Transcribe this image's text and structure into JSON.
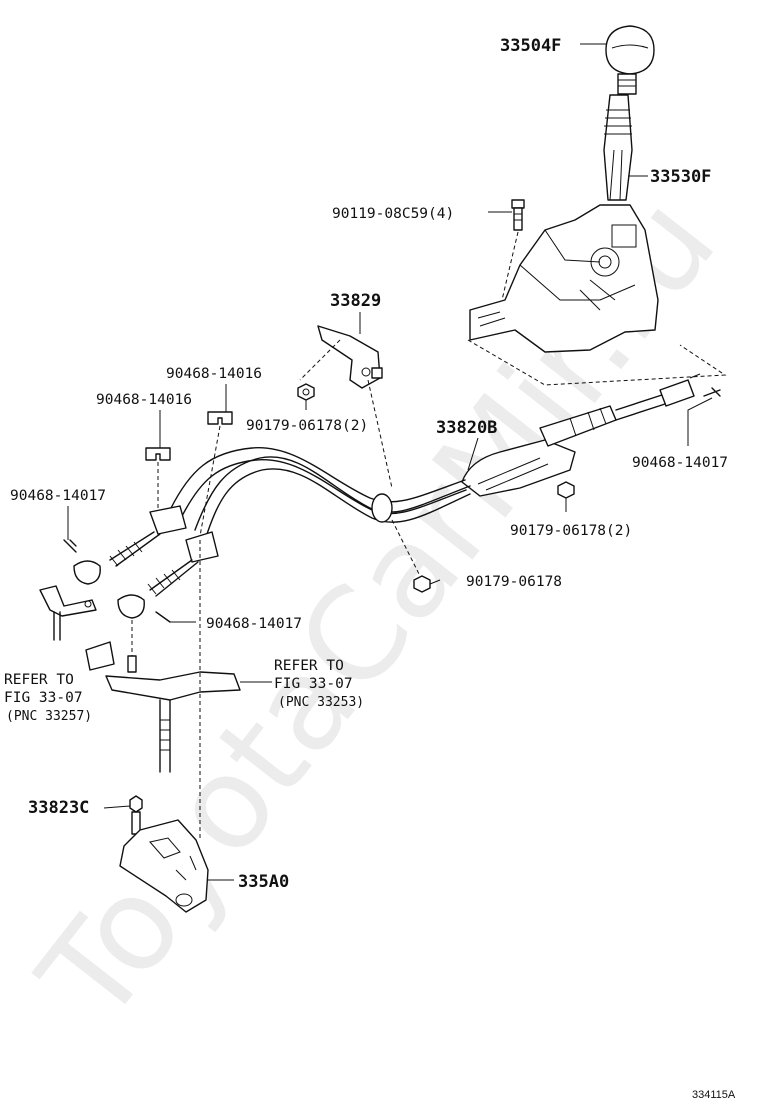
{
  "watermark": "ToyotaCarMir.ru",
  "figure_id": "334115A",
  "parts": {
    "knob": "33504F",
    "lever": "33530F",
    "bolt_upper": "90119-08C59(4)",
    "bracket": "33829",
    "clip_a": "90468-14016",
    "clip_b": "90468-14016",
    "nut_bracket": "90179-06178(2)",
    "cable": "33820B",
    "pin_right": "90468-14017",
    "nut_right": "90179-06178(2)",
    "nut_lower": "90179-06178",
    "pin_left": "90468-14017",
    "pin_mid": "90468-14017",
    "bolt_lower": "33823C",
    "lower_bracket": "335A0"
  },
  "refs": {
    "left": {
      "line1": "REFER TO",
      "line2": "FIG 33-07",
      "line3": "(PNC 33257)"
    },
    "right": {
      "line1": "REFER TO",
      "line2": "FIG 33-07",
      "line3": "(PNC 33253)"
    }
  }
}
